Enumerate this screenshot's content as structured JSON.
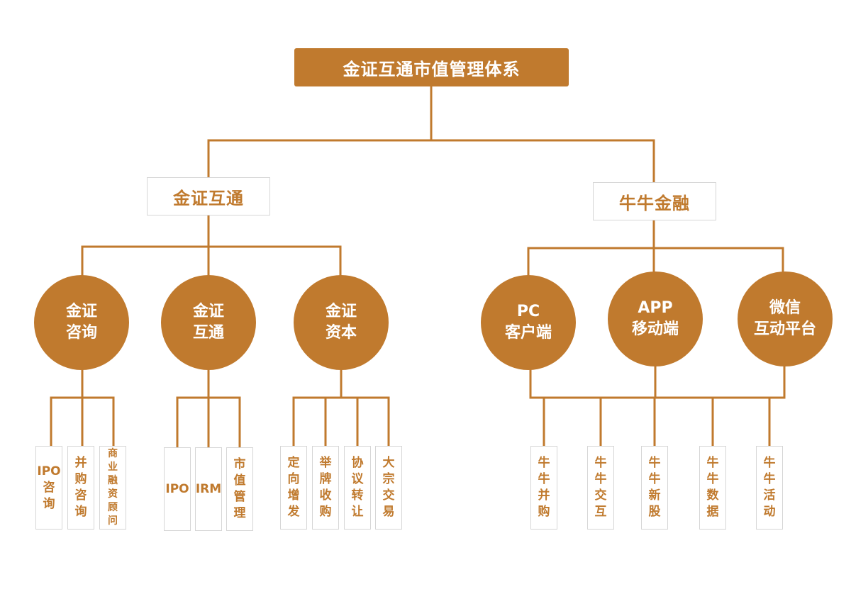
{
  "root": {
    "label": "金证互通市值管理体系"
  },
  "branches": [
    {
      "label": "金证互通",
      "children": [
        {
          "label_lines": [
            "金证",
            "咨询"
          ],
          "leaves": [
            {
              "lines": [
                "IPO",
                "咨",
                "询"
              ]
            },
            {
              "lines": [
                "并",
                "购",
                "咨",
                "询"
              ]
            },
            {
              "lines": [
                "商",
                "业",
                "融",
                "资",
                "顾",
                "问"
              ]
            }
          ]
        },
        {
          "label_lines": [
            "金证",
            "互通"
          ],
          "leaves": [
            {
              "lines": [
                "IPO"
              ]
            },
            {
              "lines": [
                "IRM"
              ]
            },
            {
              "lines": [
                "市",
                "值",
                "管",
                "理"
              ]
            }
          ]
        },
        {
          "label_lines": [
            "金证",
            "资本"
          ],
          "leaves": [
            {
              "lines": [
                "定",
                "向",
                "增",
                "发"
              ]
            },
            {
              "lines": [
                "举",
                "牌",
                "收",
                "购"
              ]
            },
            {
              "lines": [
                "协",
                "议",
                "转",
                "让"
              ]
            },
            {
              "lines": [
                "大",
                "宗",
                "交",
                "易"
              ]
            }
          ]
        }
      ]
    },
    {
      "label": "牛牛金融",
      "children": [
        {
          "label_lines": [
            "PC",
            "客户端"
          ]
        },
        {
          "label_lines": [
            "APP",
            "移动端"
          ]
        },
        {
          "label_lines": [
            "微信",
            "互动平台"
          ]
        }
      ],
      "leaves": [
        {
          "lines": [
            "牛",
            "牛",
            "并",
            "购"
          ]
        },
        {
          "lines": [
            "牛",
            "牛",
            "交",
            "互"
          ]
        },
        {
          "lines": [
            "牛",
            "牛",
            "新",
            "股"
          ]
        },
        {
          "lines": [
            "牛",
            "牛",
            "数",
            "据"
          ]
        },
        {
          "lines": [
            "牛",
            "牛",
            "活",
            "动"
          ]
        }
      ]
    }
  ],
  "colors": {
    "accent": "#c07a2e",
    "box_border": "#d6d6d6",
    "background": "#ffffff"
  }
}
